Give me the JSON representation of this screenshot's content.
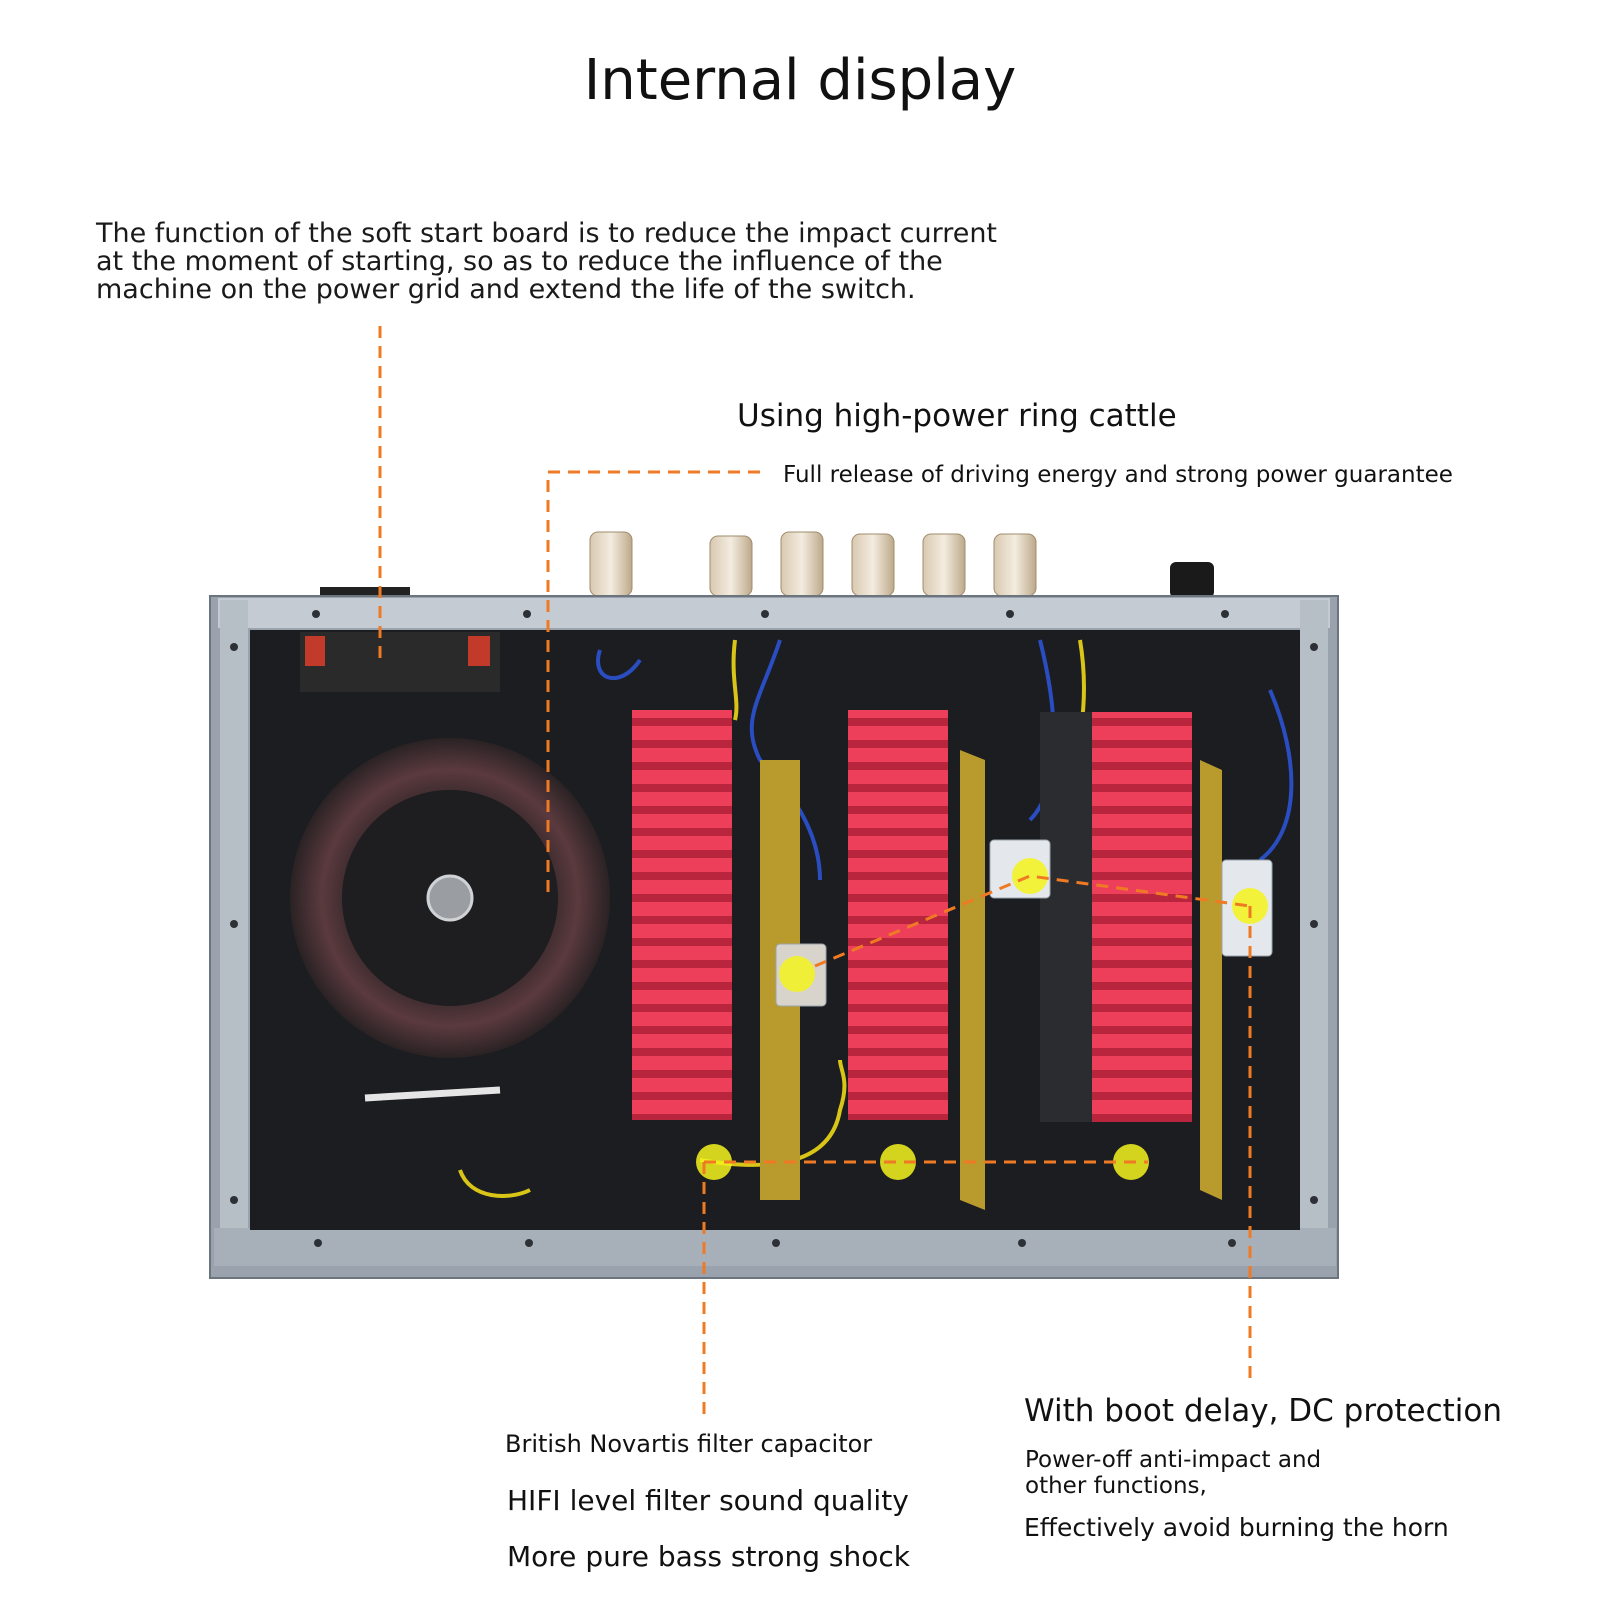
{
  "title": "Internal display",
  "soft_start": {
    "lines": [
      "The function of the soft start board is to reduce the impact current",
      "at the moment of starting, so as to reduce the influence of the",
      "machine on the power grid and extend the life of the switch."
    ]
  },
  "ring_cattle": {
    "heading": "Using high-power ring cattle",
    "sub": "Full release of driving energy and strong power guarantee"
  },
  "capacitor": {
    "line1": "British Novartis filter capacitor",
    "line2": "HIFI level filter sound quality",
    "line3": "More pure bass strong shock"
  },
  "protection": {
    "heading": "With boot delay, DC protection",
    "lines": [
      "Power-off anti-impact and",
      "other functions,"
    ],
    "line3": "Effectively avoid burning the horn"
  },
  "colors": {
    "callout": "#f07a24",
    "heatsink": "#e2334c",
    "highlight": "#f5f31c",
    "chassis": "#9aa3ad",
    "interior": "#1b1d21",
    "pcb": "#b99a2c"
  }
}
